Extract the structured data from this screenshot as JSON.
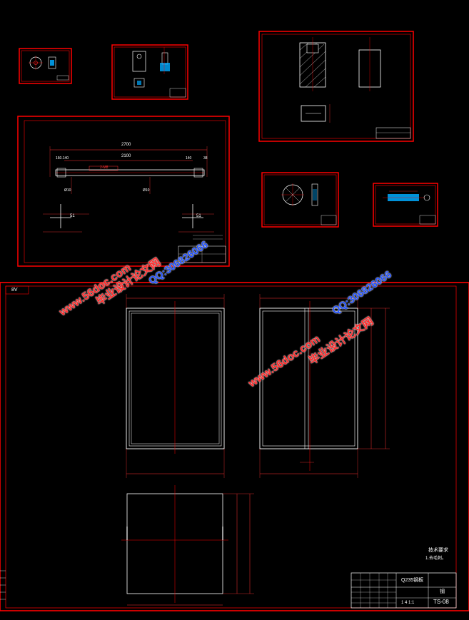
{
  "colors": {
    "background": "#000000",
    "frame": "#ff0000",
    "line": "#ffffff",
    "centerline": "#ff0000",
    "dimension": "#ff3030",
    "hatch": "#00aaff"
  },
  "rail_drawing": {
    "overall_length": "2700",
    "inner_length": "2100",
    "left_offset": "160.140",
    "right_offset": "140",
    "right_end": "38",
    "hole_label_left": "Ø10",
    "hole_label_right": "Ø10",
    "dim_51": "51",
    "dim_51_right": "51",
    "thread_callout": "2-M8"
  },
  "main_drawing": {
    "corner_tag": "8V",
    "material": "Q235钢板",
    "drawing_no": "TS-08",
    "tech_req_title": "技术要求",
    "tech_req_item": "1.去毛刺。",
    "title_block_right": "钢",
    "scale_row": "1  4  1:1"
  },
  "watermarks": {
    "site1": "www.56doc.com",
    "name1": "毕业设计论文网",
    "qq1": "QQ:306826066",
    "site2": "www.56doc.com",
    "name2": "毕业设计论文网",
    "qq2": "QQ:306826066"
  }
}
